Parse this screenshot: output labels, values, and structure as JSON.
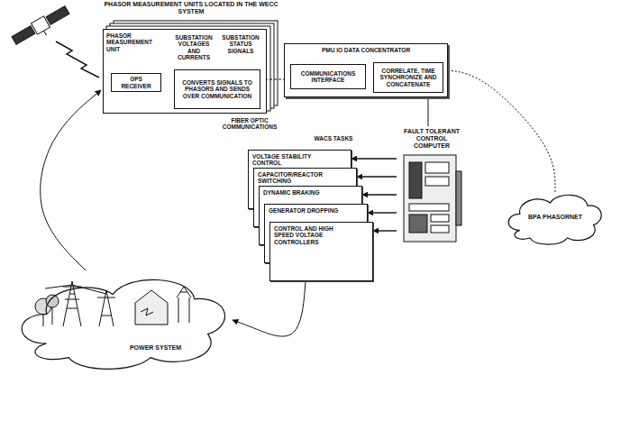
{
  "diagram": {
    "nodes": [
      {
        "text": [
          "PHASOR MEASUREMENT UNITS LOCATED IN THE WECC SYSTEM"
        ]
      },
      {
        "text": [
          "PHASOR MEASUREMENT UNIT"
        ],
        "in": 0
      },
      {
        "text": [
          "GPS RECEIVER"
        ],
        "in": 1
      },
      {
        "text": [
          "CONVERTS SIGNALS TO PHASORS AND SENDS OVER COMMUNICATION"
        ],
        "in": 1
      },
      {
        "text": [
          "PMU IO DATA CONCENTRATOR"
        ]
      },
      {
        "text": [
          "COMMUNICATIONS INTERFACE"
        ],
        "in": 4
      },
      {
        "text": [
          "CORRELATE, TIME SYNCHRONIZE AND CONCATENATE"
        ],
        "in": 4
      },
      {
        "text": [
          "VOLTAGE STABILITY CONTROL"
        ]
      },
      {
        "text": [
          "CAPACITOR/REACTOR SWITCHING"
        ]
      },
      {
        "text": [
          "DYNAMIC BRAKING"
        ]
      },
      {
        "text": [
          "GENERATOR DROPPING"
        ]
      },
      {
        "text": [
          "CONTROL AND HIGH SPEED VOLTAGE CONTROLLERS"
        ]
      },
      {
        "text": [
          "FAULT TOLERANT CONTROL COMPUTER"
        ]
      },
      {
        "text": [
          "BPA PHASORNET"
        ]
      },
      {
        "text": [
          "POWER SYSTEM"
        ]
      }
    ],
    "edges": [
      {
        "from": 2,
        "to": 3,
        "arrow": "to"
      },
      {
        "from": 3,
        "to": 5,
        "arrow": "to"
      },
      {
        "from": 5,
        "to": 6,
        "arrow": "to"
      },
      {
        "from": 4,
        "to": 12,
        "arrow": "none"
      },
      {
        "from": 4,
        "to": 13,
        "arrow": "none"
      },
      {
        "from": 12,
        "to": 7,
        "arrow": "to"
      },
      {
        "from": 12,
        "to": 8,
        "arrow": "to"
      },
      {
        "from": 12,
        "to": 9,
        "arrow": "to"
      },
      {
        "from": 12,
        "to": 10,
        "arrow": "to"
      },
      {
        "from": 12,
        "to": 11,
        "arrow": "to"
      },
      {
        "from": 11,
        "to": 14,
        "arrow": "to"
      },
      {
        "from": 14,
        "to": 0,
        "arrow": "to"
      }
    ],
    "labels": [
      "SUBSTATION VOLTAGES AND CURRENTS",
      "SUBSTATION STATUS SIGNALS",
      "FIBER OPTIC COMMUNICATIONS",
      "WACS TASKS"
    ]
  }
}
